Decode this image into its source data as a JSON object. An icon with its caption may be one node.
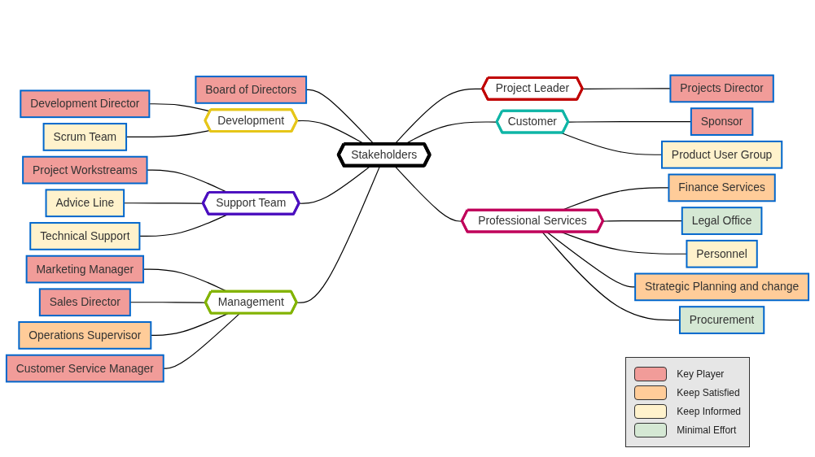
{
  "diagram": {
    "nodes": [
      {
        "text": [
          "Stakeholders"
        ]
      },
      {
        "text": [
          "Board of Directors"
        ]
      },
      {
        "text": [
          "Development"
        ]
      },
      {
        "text": [
          "Development Director"
        ]
      },
      {
        "text": [
          "Scrum Team"
        ]
      },
      {
        "text": [
          "Support Team"
        ]
      },
      {
        "text": [
          "Project Workstreams"
        ]
      },
      {
        "text": [
          "Advice Line"
        ]
      },
      {
        "text": [
          "Technical Support"
        ]
      },
      {
        "text": [
          "Management"
        ]
      },
      {
        "text": [
          "Marketing Manager"
        ]
      },
      {
        "text": [
          "Sales Director"
        ]
      },
      {
        "text": [
          "Operations Supervisor"
        ]
      },
      {
        "text": [
          "Customer Service Manager"
        ]
      },
      {
        "text": [
          "Project Leader"
        ]
      },
      {
        "text": [
          "Projects Director"
        ]
      },
      {
        "text": [
          "Customer"
        ]
      },
      {
        "text": [
          "Sponsor"
        ]
      },
      {
        "text": [
          "Product User Group"
        ]
      },
      {
        "text": [
          "Professional Services"
        ]
      },
      {
        "text": [
          "Finance Services"
        ]
      },
      {
        "text": [
          "Legal Office"
        ]
      },
      {
        "text": [
          "Personnel"
        ]
      },
      {
        "text": [
          "Strategic Planning and change"
        ]
      },
      {
        "text": [
          "Procurement"
        ]
      }
    ],
    "edges": [
      {
        "from": 1,
        "to": 0,
        "arrow": "none"
      },
      {
        "from": 2,
        "to": 0,
        "arrow": "none"
      },
      {
        "from": 3,
        "to": 2,
        "arrow": "none"
      },
      {
        "from": 4,
        "to": 2,
        "arrow": "none"
      },
      {
        "from": 5,
        "to": 0,
        "arrow": "none"
      },
      {
        "from": 6,
        "to": 5,
        "arrow": "none"
      },
      {
        "from": 7,
        "to": 5,
        "arrow": "none"
      },
      {
        "from": 8,
        "to": 5,
        "arrow": "none"
      },
      {
        "from": 9,
        "to": 0,
        "arrow": "none"
      },
      {
        "from": 10,
        "to": 9,
        "arrow": "none"
      },
      {
        "from": 11,
        "to": 9,
        "arrow": "none"
      },
      {
        "from": 12,
        "to": 9,
        "arrow": "none"
      },
      {
        "from": 13,
        "to": 9,
        "arrow": "none"
      },
      {
        "from": 0,
        "to": 14,
        "arrow": "none"
      },
      {
        "from": 14,
        "to": 15,
        "arrow": "none"
      },
      {
        "from": 0,
        "to": 16,
        "arrow": "none"
      },
      {
        "from": 16,
        "to": 17,
        "arrow": "none"
      },
      {
        "from": 16,
        "to": 18,
        "arrow": "none"
      },
      {
        "from": 0,
        "to": 19,
        "arrow": "none"
      },
      {
        "from": 19,
        "to": 20,
        "arrow": "none"
      },
      {
        "from": 19,
        "to": 21,
        "arrow": "none"
      },
      {
        "from": 19,
        "to": 22,
        "arrow": "none"
      },
      {
        "from": 19,
        "to": 23,
        "arrow": "none"
      },
      {
        "from": 19,
        "to": 24,
        "arrow": "none"
      }
    ],
    "legend": [
      {
        "text": "Key Player",
        "color": "#f19c99"
      },
      {
        "text": "Keep Satisfied",
        "color": "#ffcc99"
      },
      {
        "text": "Keep Informed",
        "color": "#fff2cc"
      },
      {
        "text": "Minimal Effort",
        "color": "#d5e8d4"
      }
    ]
  }
}
